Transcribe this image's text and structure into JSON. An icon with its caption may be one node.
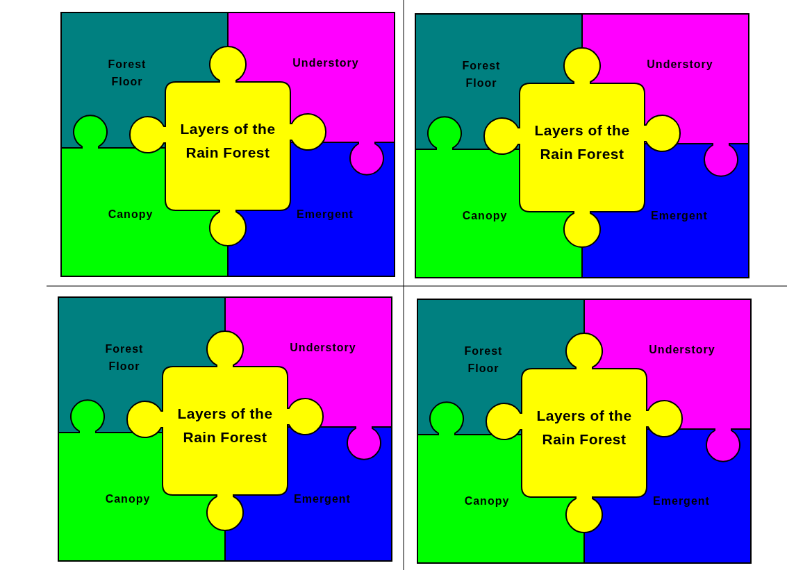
{
  "diagram": {
    "nodes": [
      {
        "text": [
          "Forest Floor"
        ]
      },
      {
        "text": [
          "Understory"
        ]
      },
      {
        "text": [
          "Layers of the Rain Forest"
        ]
      },
      {
        "text": [
          "Canopy"
        ]
      },
      {
        "text": [
          "Emergent"
        ]
      },
      {
        "text": [
          "Forest Floor"
        ]
      },
      {
        "text": [
          "Understory"
        ]
      },
      {
        "text": [
          "Layers of the Rain Forest"
        ]
      },
      {
        "text": [
          "Canopy"
        ]
      },
      {
        "text": [
          "Emergent"
        ]
      },
      {
        "text": [
          "Forest Floor"
        ]
      },
      {
        "text": [
          "Understory"
        ]
      },
      {
        "text": [
          "Layers of the Rain Forest"
        ]
      },
      {
        "text": [
          "Canopy"
        ]
      },
      {
        "text": [
          "Emergent"
        ]
      },
      {
        "text": [
          "Forest Floor"
        ]
      },
      {
        "text": [
          "Understory"
        ]
      },
      {
        "text": [
          "Layers of the Rain Forest"
        ]
      },
      {
        "text": [
          "Canopy"
        ]
      },
      {
        "text": [
          "Emergent"
        ]
      }
    ]
  }
}
